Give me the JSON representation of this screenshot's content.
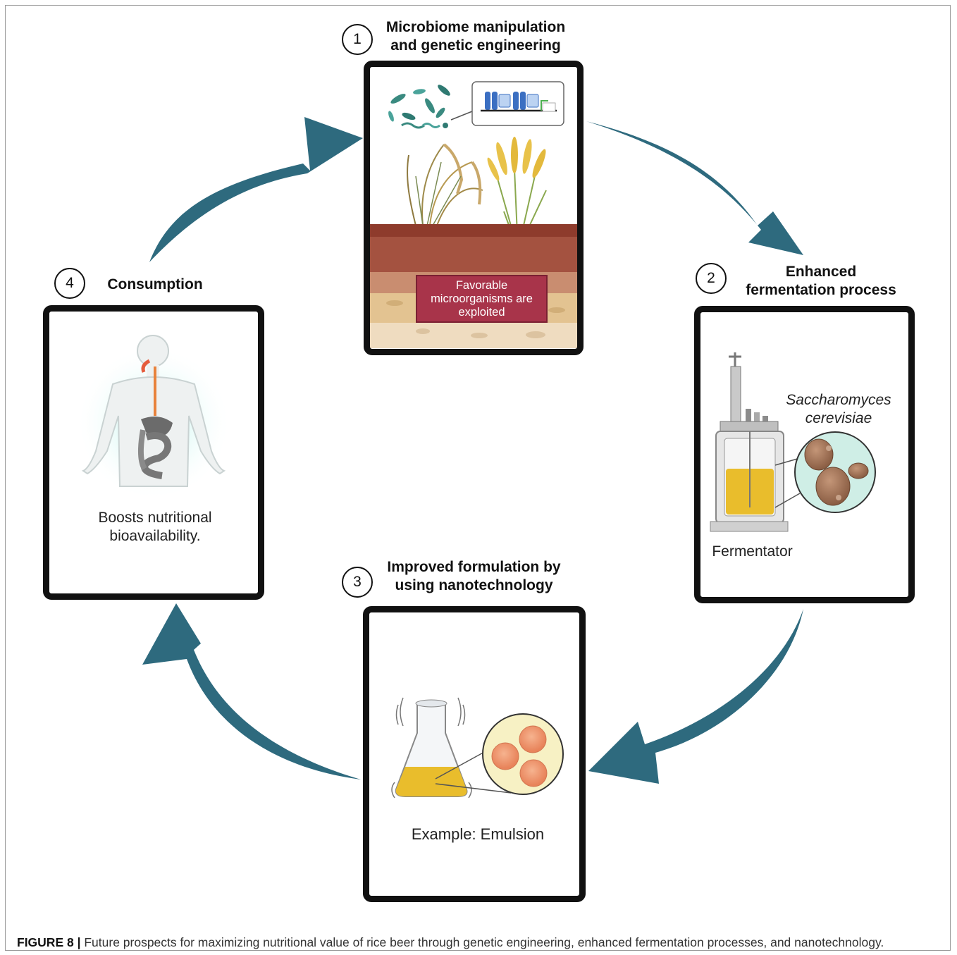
{
  "steps": [
    {
      "number": "1",
      "title_lines": [
        "Microbiome manipulation",
        "and genetic engineering"
      ],
      "soil_label_lines": [
        "Favorable",
        "microorganisms are",
        "exploited"
      ]
    },
    {
      "number": "2",
      "title_lines": [
        "Enhanced",
        "fermentation process"
      ],
      "organism_lines": [
        "Saccharomyces",
        "cerevisiae"
      ],
      "device_label": "Fermentator"
    },
    {
      "number": "3",
      "title_lines": [
        "Improved formulation by",
        "using nanotechnology"
      ],
      "example_label": "Example: Emulsion"
    },
    {
      "number": "4",
      "title_lines": [
        "Consumption"
      ],
      "benefit_lines": [
        "Boosts nutritional",
        "bioavailability."
      ]
    }
  ],
  "caption": {
    "label": "FIGURE 8 |",
    "text": "Future prospects for maximizing nutritional value of rice beer through genetic engineering, enhanced fermentation processes, and nanotechnology."
  },
  "colors": {
    "arrow": "#2e6a7e",
    "soil_label": "#a8344a",
    "yeast_bubble": "#cfeee6",
    "liquid": "#e9bd2c"
  }
}
